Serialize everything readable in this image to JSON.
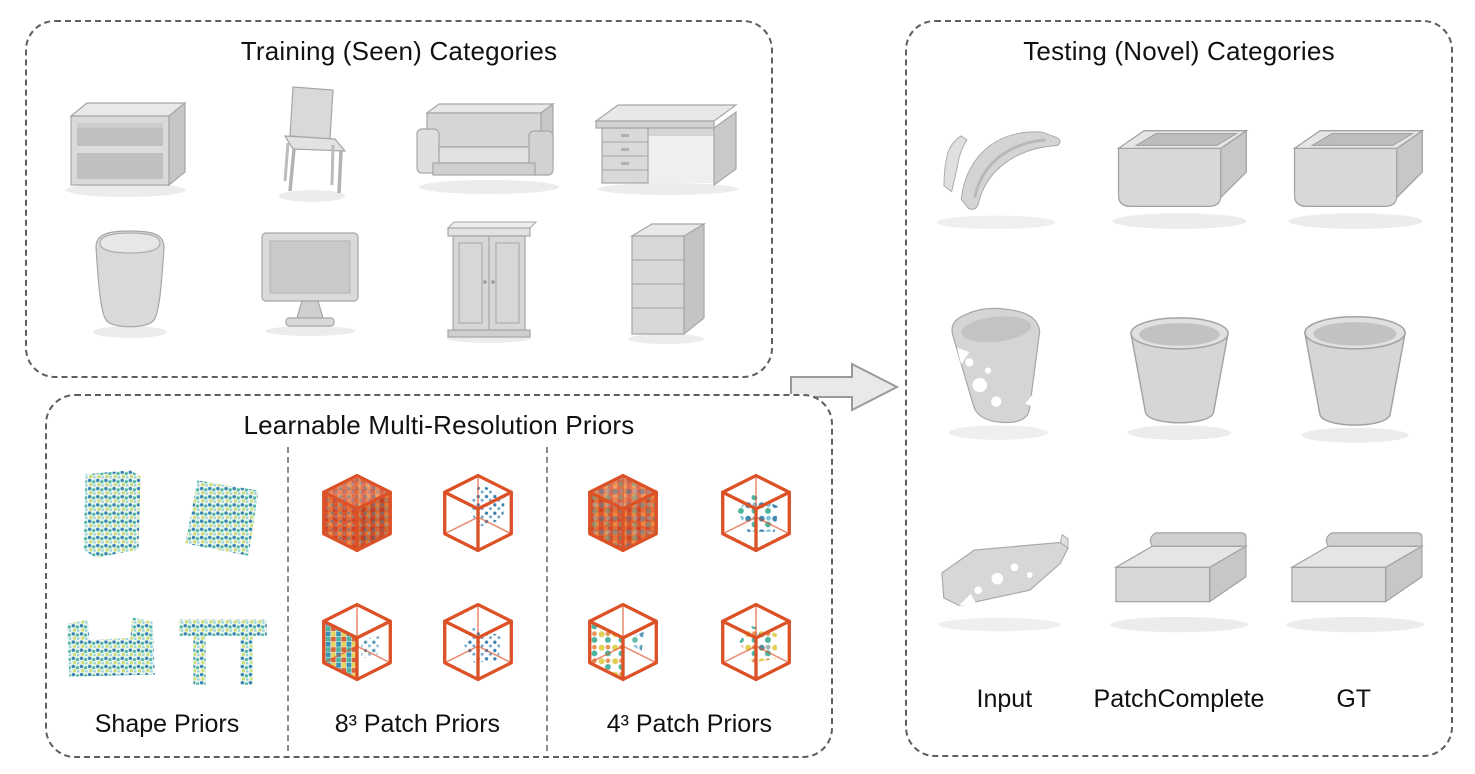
{
  "figure": {
    "description": "Overview figure: training on seen categories, learnable multi-resolution priors, testing on novel categories"
  },
  "colors": {
    "background": "#ffffff",
    "panel-border": "#5f5f5f",
    "text": "#111111",
    "object-gray": "#d8d8d8",
    "object-gray-dark": "#c6c6c6",
    "object-gray-light": "#e8e8e8",
    "shadow-gray": "#ececec",
    "cube-orange": "#dd5126",
    "voxel-blue": "#3a7fae",
    "voxel-teal": "#4ab6a4",
    "voxel-yellow": "#d8cf62",
    "voxel-red": "#d84f2a"
  },
  "panels": {
    "training": {
      "title": "Training (Seen) Categories",
      "items": [
        {
          "name": "bookshelf"
        },
        {
          "name": "chair"
        },
        {
          "name": "sofa"
        },
        {
          "name": "desk"
        },
        {
          "name": "trash-bin"
        },
        {
          "name": "monitor"
        },
        {
          "name": "wardrobe"
        },
        {
          "name": "cabinet"
        }
      ]
    },
    "priors": {
      "title": "Learnable Multi-Resolution Priors",
      "sections": [
        {
          "label": "Shape Priors",
          "items": [
            "cabinet-voxel-cloud",
            "panel-voxel-cloud",
            "sofa-voxel-cloud",
            "table-voxel-cloud"
          ]
        },
        {
          "label": "8³ Patch Priors",
          "items": [
            "dense-patch-cube",
            "sparse-patch-cube",
            "mixed-patch-cube",
            "cluster-patch-cube"
          ]
        },
        {
          "label": "4³ Patch Priors",
          "items": [
            "dense-patch-cube",
            "cluster-patch-cube",
            "mixed-patch-cube",
            "cluster-patch-cube"
          ]
        }
      ]
    },
    "testing": {
      "title": "Testing (Novel) Categories",
      "columns": [
        "Input",
        "PatchComplete",
        "GT"
      ],
      "rows": [
        {
          "name": "bathtub",
          "cells": [
            "partial-input",
            "completed",
            "ground-truth"
          ]
        },
        {
          "name": "cup",
          "cells": [
            "partial-input",
            "completed",
            "ground-truth"
          ]
        },
        {
          "name": "bench",
          "cells": [
            "partial-input",
            "completed",
            "ground-truth"
          ]
        }
      ]
    }
  },
  "arrow": {
    "name": "left-to-right-flow-arrow"
  }
}
